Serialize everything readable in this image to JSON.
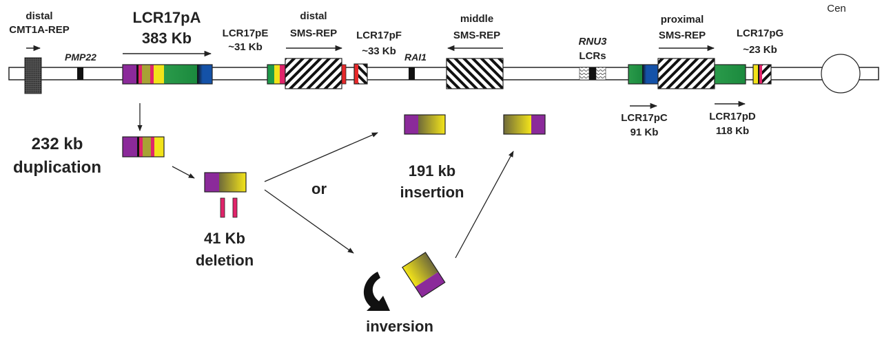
{
  "colors": {
    "purple": "#8b2a9a",
    "pink": "#e0246a",
    "olive": "#a8a235",
    "yellow": "#f2e31a",
    "green": "#1f9a4a",
    "blue": "#1452a8",
    "red": "#e6282a",
    "black": "#111111",
    "dark_stipple": "#3a3a3a"
  },
  "labels": {
    "distal_cmt1a": [
      "distal",
      "CMT1A-REP"
    ],
    "pmp22": "PMP22",
    "lcr17pa": [
      "LCR17pA",
      "383 Kb"
    ],
    "lcr17pe": [
      "LCR17pE",
      "~31 Kb"
    ],
    "distal_sms": [
      "distal",
      "SMS-REP"
    ],
    "lcr17pf": [
      "LCR17pF",
      "~33 Kb"
    ],
    "rai1": "RAI1",
    "middle_sms": [
      "middle",
      "SMS-REP"
    ],
    "rnu3": [
      "RNU3",
      "LCRs"
    ],
    "proximal_sms": [
      "proximal",
      "SMS-REP"
    ],
    "lcr17pg": [
      "LCR17pG",
      "~23 Kb"
    ],
    "cen": "Cen",
    "lcr17pc": [
      "LCR17pC",
      "91 Kb"
    ],
    "lcr17pd": [
      "LCR17pD",
      "118 Kb"
    ],
    "duplication": [
      "232 kb",
      "duplication"
    ],
    "deletion": [
      "41 Kb",
      "deletion"
    ],
    "or": "or",
    "insertion": [
      "191 kb",
      "insertion"
    ],
    "inversion": "inversion"
  }
}
